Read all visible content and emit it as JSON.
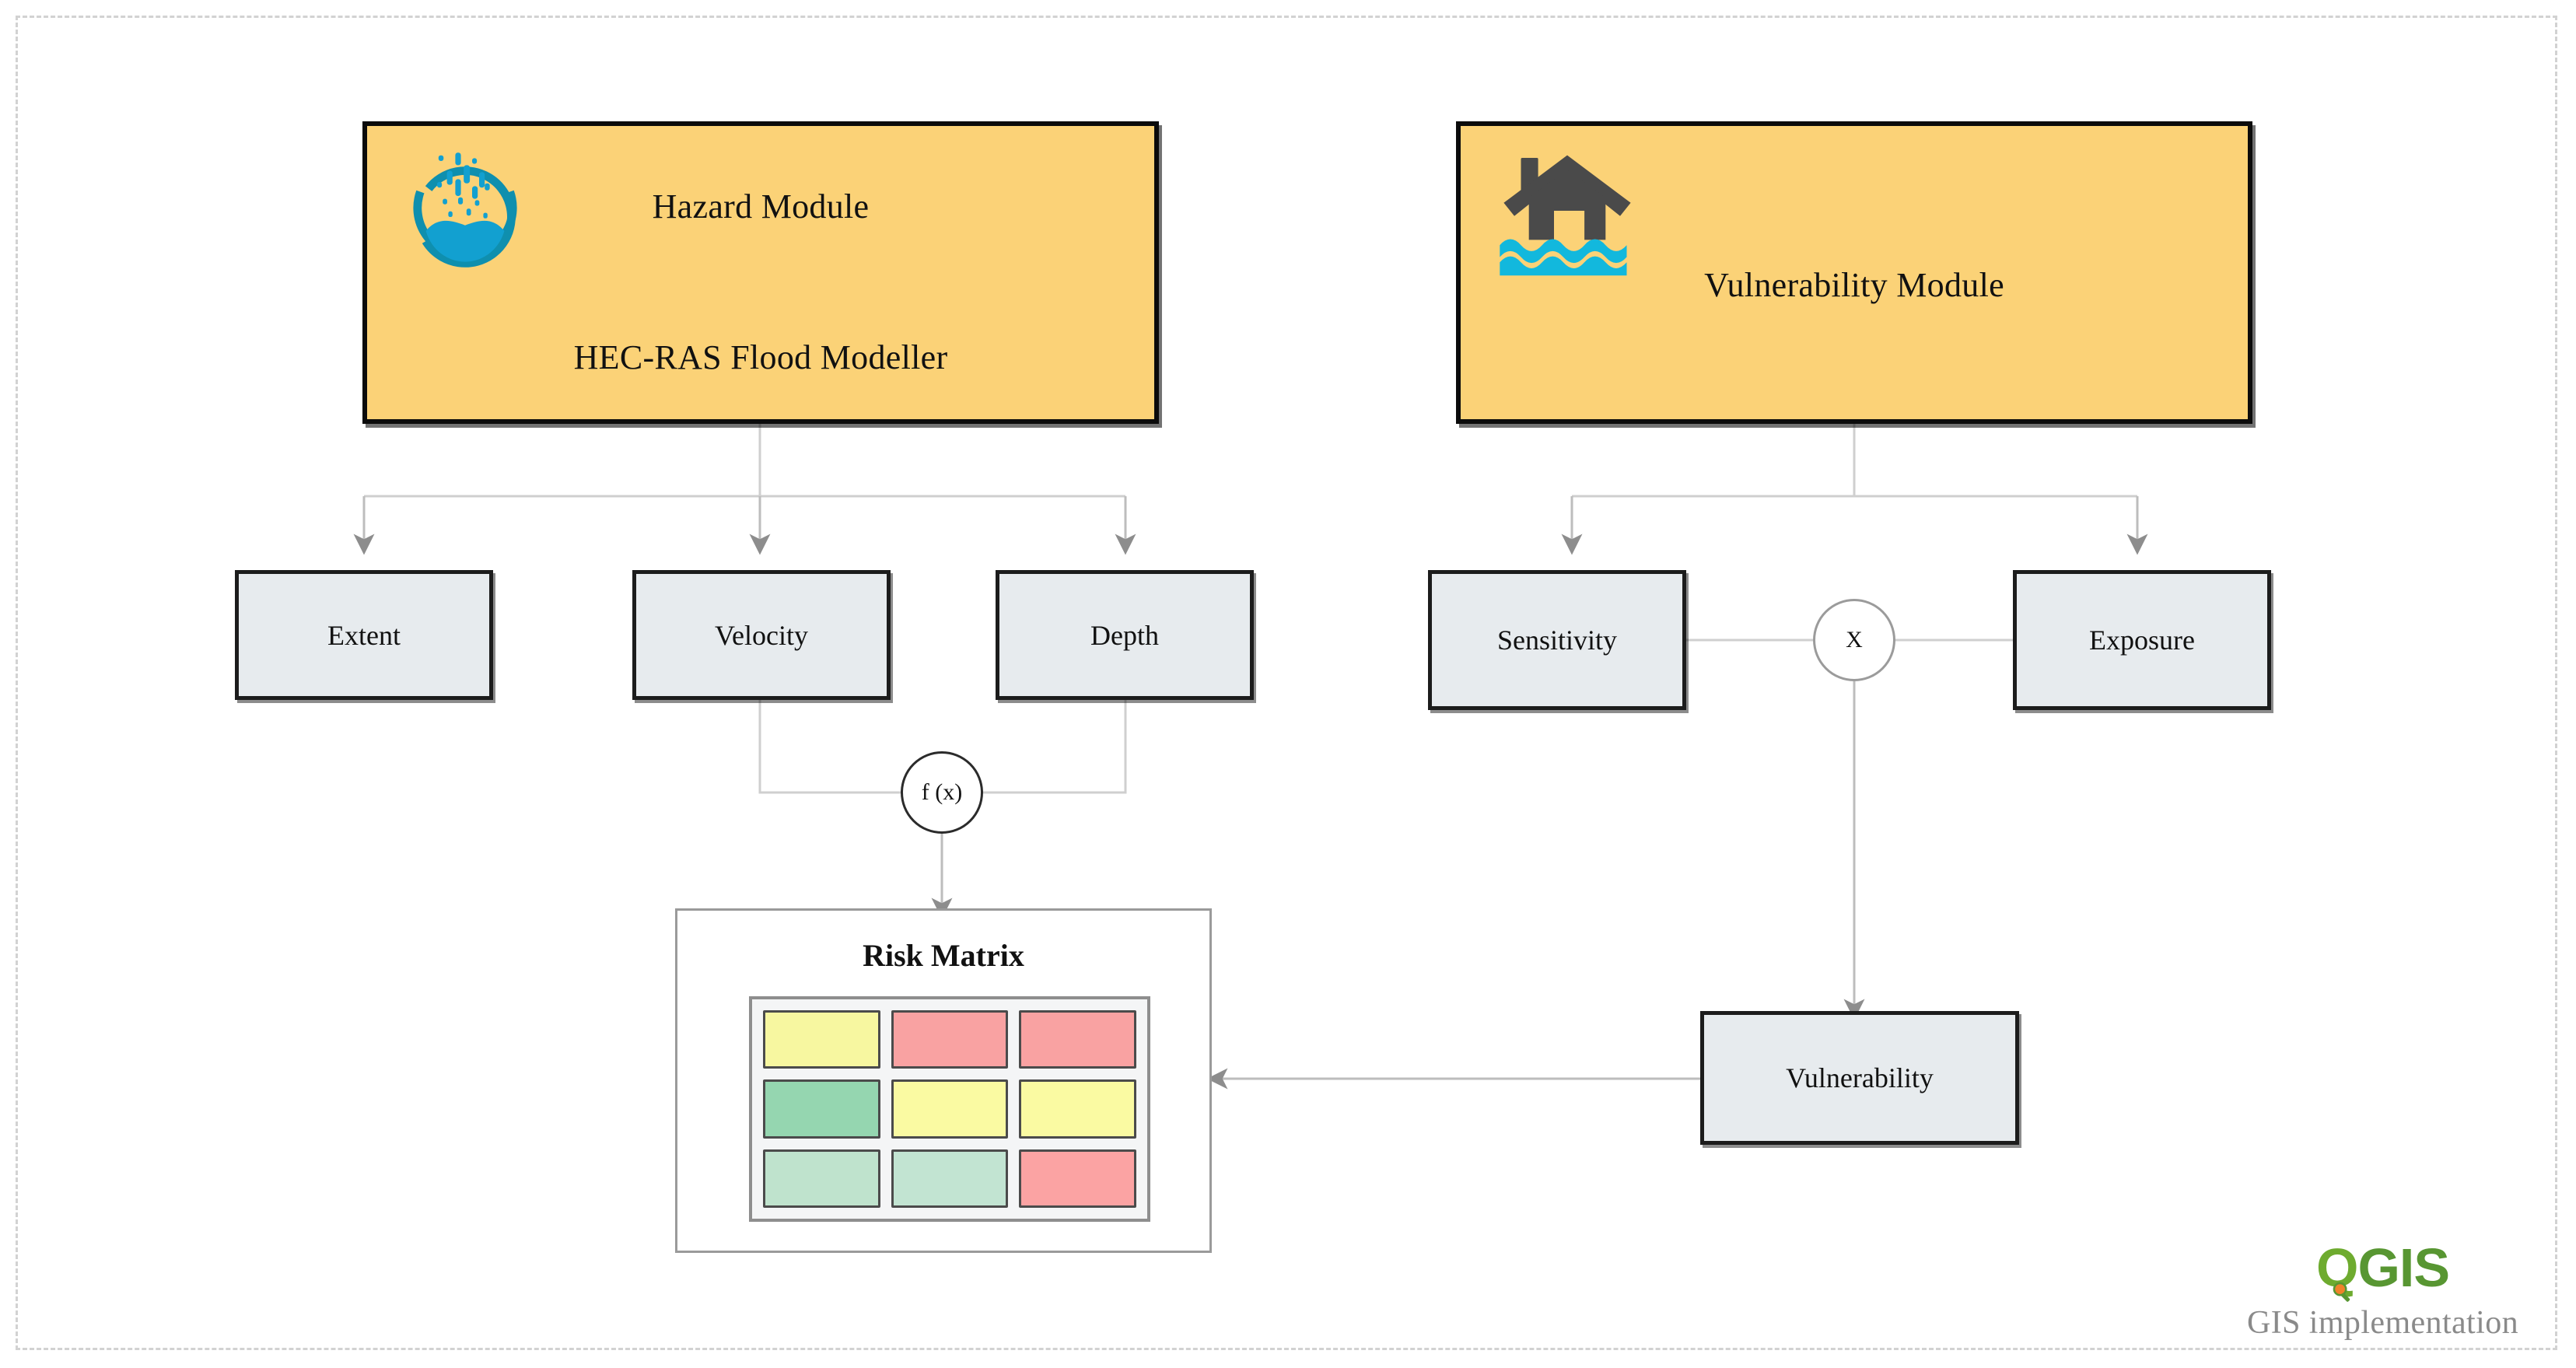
{
  "diagram": {
    "frame": {
      "style": "dashed-border"
    },
    "hazard_module": {
      "title": "Hazard Module",
      "subtitle": "HEC-RAS Flood Modeller",
      "icon": "rain-into-water-icon",
      "fill_color": "#FBD277",
      "border_color": "#0b0b0b"
    },
    "vulnerability_module": {
      "title": "Vulnerability Module",
      "icon": "flooded-house-icon",
      "fill_color": "#FBD277",
      "border_color": "#0b0b0b"
    },
    "hazard_outputs": [
      {
        "label": "Extent"
      },
      {
        "label": "Velocity"
      },
      {
        "label": "Depth"
      }
    ],
    "vulnerability_inputs": [
      {
        "label": "Sensitivity"
      },
      {
        "label": "Exposure"
      }
    ],
    "operators": [
      {
        "id": "fx",
        "label": "f (x)",
        "border_color": "#2b2b2b"
      },
      {
        "id": "multiply",
        "label": "X",
        "border_color": "#9b9b9b"
      }
    ],
    "vulnerability_result": {
      "label": "Vulnerability"
    },
    "risk_matrix": {
      "title": "Risk Matrix",
      "rows": [
        [
          {
            "color": "#f7f7a0"
          },
          {
            "color": "#f9a2a2"
          },
          {
            "color": "#f9a2a2"
          }
        ],
        [
          {
            "color": "#95d6b0"
          },
          {
            "color": "#fafaa2"
          },
          {
            "color": "#fafaa2"
          }
        ],
        [
          {
            "color": "#bfe3cd"
          },
          {
            "color": "#c2e4d2"
          },
          {
            "color": "#fba3a3"
          }
        ]
      ]
    },
    "branding": {
      "logo_text_q": "Q",
      "logo_text_gis": "GIS",
      "caption": "GIS implementation",
      "logo_green": "#589632",
      "logo_green_light": "#6eab2f",
      "logo_orange": "#f0822a",
      "caption_color": "#8a8a8a"
    }
  }
}
